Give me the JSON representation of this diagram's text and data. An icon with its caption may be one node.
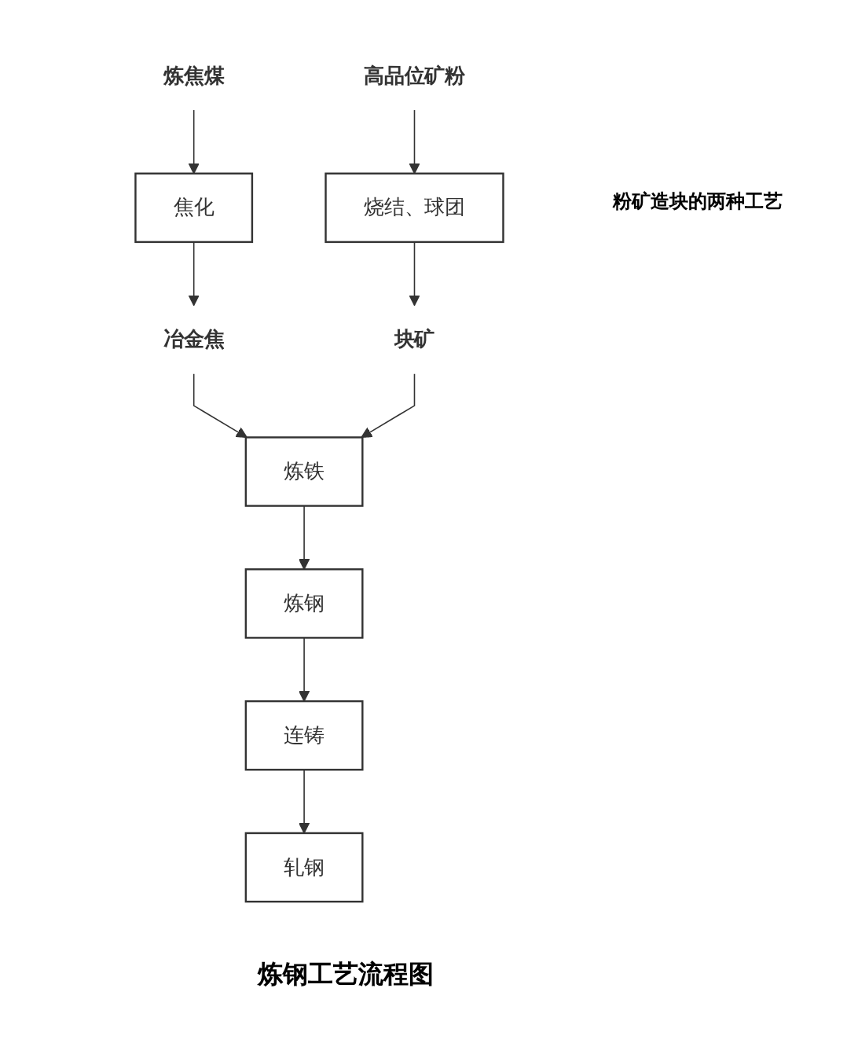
{
  "diagram": {
    "caption": "炼钢工艺流程图",
    "nodes": [
      {
        "text": [
          "炼焦煤"
        ]
      },
      {
        "text": [
          "焦化"
        ]
      },
      {
        "text": [
          "冶金焦"
        ]
      },
      {
        "text": [
          "高品位矿粉"
        ]
      },
      {
        "text": [
          "烧结、球团"
        ]
      },
      {
        "text": [
          "块矿"
        ]
      },
      {
        "text": [
          "炼铁"
        ]
      },
      {
        "text": [
          "炼钢"
        ]
      },
      {
        "text": [
          "连铸"
        ]
      },
      {
        "text": [
          "轧钢"
        ]
      }
    ],
    "edges": [
      {
        "from": 0,
        "to": 1,
        "arrow": "to"
      },
      {
        "from": 1,
        "to": 2,
        "arrow": "to"
      },
      {
        "from": 3,
        "to": 4,
        "arrow": "to"
      },
      {
        "from": 4,
        "to": 5,
        "arrow": "to"
      },
      {
        "from": 2,
        "to": 6,
        "arrow": "to"
      },
      {
        "from": 5,
        "to": 6,
        "arrow": "to"
      },
      {
        "from": 6,
        "to": 7,
        "arrow": "to"
      },
      {
        "from": 7,
        "to": 8,
        "arrow": "to"
      },
      {
        "from": 8,
        "to": 9,
        "arrow": "to"
      }
    ],
    "labels": [
      "粉矿造块的两种工艺"
    ]
  }
}
